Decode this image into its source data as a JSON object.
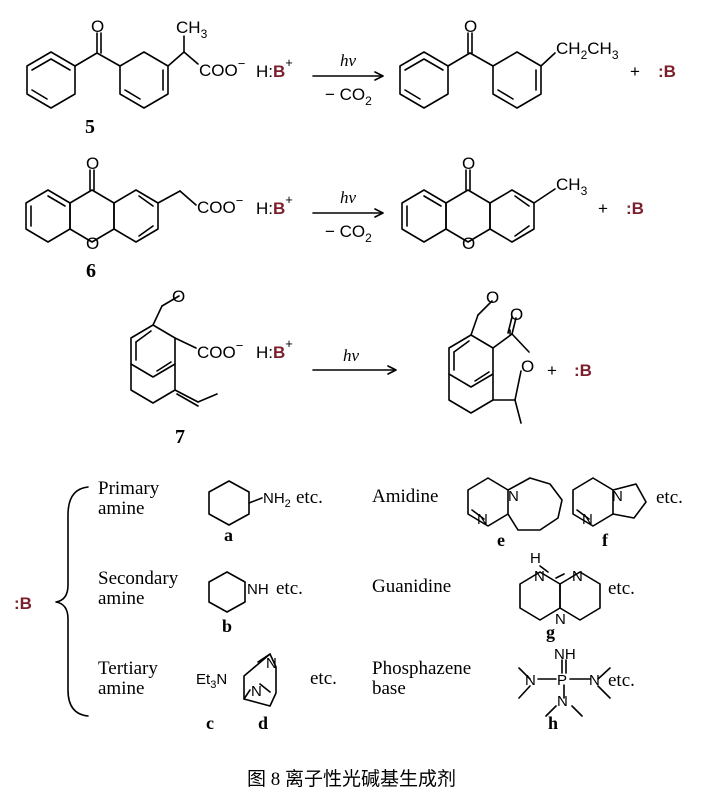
{
  "caption": "图 8  离子性光碱基生成剂",
  "reactions": [
    {
      "number": "5",
      "substituent": "COO",
      "charge": "−",
      "acid": "H:",
      "base": "B",
      "plus_charge": "+",
      "condition_top": "hν",
      "condition_bottom": "− CO",
      "condition_bottom_sub": "2",
      "product_substituent": "CH",
      "product_substituent_sub": "2",
      "product_substituent_tail": "CH",
      "product_substituent_tail_sub": "3",
      "methyl_top": "CH",
      "methyl_top_sub": "3",
      "ketone_o": "O",
      "plus": "+",
      "released_base": ":B"
    },
    {
      "number": "6",
      "substituent": "COO",
      "charge": "−",
      "acid": "H:",
      "base": "B",
      "plus_charge": "+",
      "condition_top": "hν",
      "condition_bottom": "− CO",
      "condition_bottom_sub": "2",
      "product_substituent": "CH",
      "product_substituent_sub": "3",
      "ketone_o": "O",
      "ring_o": "O",
      "plus": "+",
      "released_base": ":B"
    },
    {
      "number": "7",
      "substituent": "COO",
      "charge": "−",
      "acid": "H:",
      "base": "B",
      "plus_charge": "+",
      "condition_top": "hν",
      "methoxy_o": "O",
      "lactone_o": "O",
      "ring_o": "O",
      "plus": "+",
      "released_base": ":B"
    }
  ],
  "base_label": ":B",
  "base_classes": [
    {
      "class_line1": "Primary",
      "class_line2": "amine",
      "example": "NH",
      "example_sub": "2",
      "letter": "a",
      "etc": "etc."
    },
    {
      "class_line1": "Secondary",
      "class_line2": "amine",
      "example": "NH",
      "letter": "b",
      "etc": "etc."
    },
    {
      "class_line1": "Tertiary",
      "class_line2": "amine",
      "example": "Et",
      "example_sub": "3",
      "example_tail": "N",
      "letter": "c",
      "letter2": "d",
      "ring_n": "N",
      "etc": "etc."
    },
    {
      "class_line1": "Amidine",
      "letter": "e",
      "letter2": "f",
      "ring_n": "N",
      "etc": "etc."
    },
    {
      "class_line1": "Guanidine",
      "ring_h": "H",
      "ring_n": "N",
      "letter": "g",
      "etc": "etc."
    },
    {
      "class_line1": "Phosphazene",
      "class_line2": "base",
      "p_label": "P",
      "imine": "NH",
      "amino_n": "N",
      "letter": "h",
      "etc": "etc."
    }
  ],
  "colors": {
    "base_accent": "#7a1f2b",
    "line": "#000000"
  }
}
